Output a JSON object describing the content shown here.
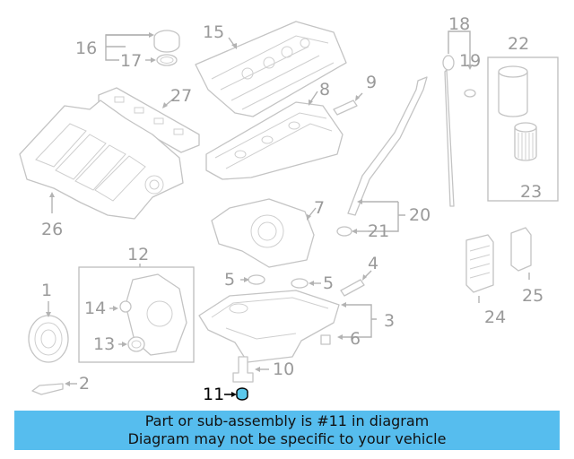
{
  "labels": {
    "l1": "1",
    "l2": "2",
    "l3": "3",
    "l4": "4",
    "l5a": "5",
    "l5b": "5",
    "l6": "6",
    "l7": "7",
    "l8": "8",
    "l9": "9",
    "l10": "10",
    "l11": "11",
    "l12": "12",
    "l13": "13",
    "l14": "14",
    "l15": "15",
    "l16": "16",
    "l17": "17",
    "l18": "18",
    "l19": "19",
    "l20": "20",
    "l21": "21",
    "l22": "22",
    "l23": "23",
    "l24": "24",
    "l25": "25",
    "l26": "26",
    "l27": "27"
  },
  "highlighted_part": "11",
  "colors": {
    "highlight": "#5bc8ec",
    "banner": "#56bdee",
    "parts": "#c4c4c4",
    "labels": "#9a9a9a"
  },
  "banner": {
    "line1": "Part or sub-assembly is #11 in diagram",
    "line2": "Diagram may not be specific to your vehicle"
  }
}
